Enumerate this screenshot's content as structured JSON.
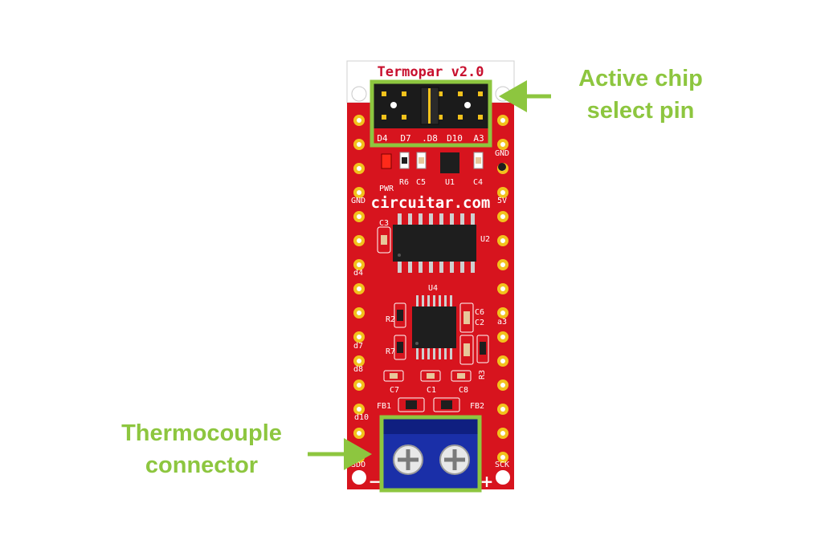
{
  "board": {
    "title": "Termopar v2.0",
    "brand": "circuitar.com",
    "header_pins": [
      "D4",
      "D7",
      ".D8",
      "D10",
      "A3"
    ],
    "left_labels": [
      "GND",
      "d4",
      "d7",
      "d8",
      "d10",
      "SDO"
    ],
    "right_labels": [
      "GND",
      "5V",
      "a3",
      "SCK"
    ],
    "components": [
      "PWR",
      "R6",
      "C5",
      "U1",
      "C4",
      "C3",
      "U2",
      "U4",
      "C6",
      "C2",
      "R2",
      "R7",
      "R3",
      "C7",
      "C1",
      "C8",
      "FB1",
      "FB2"
    ],
    "polarity": {
      "minus": "−",
      "plus": "+"
    }
  },
  "callouts": {
    "chip_select": {
      "line1": "Active chip",
      "line2": "select pin"
    },
    "connector": {
      "line1": "Thermocouple",
      "line2": "connector"
    }
  },
  "colors": {
    "pcb": "#d7141e",
    "pad": "#f2c21c",
    "highlight": "#8dc63f",
    "terminal": "#1a2fa8",
    "silk": "#ffffff",
    "chip": "#1e1e1e"
  }
}
